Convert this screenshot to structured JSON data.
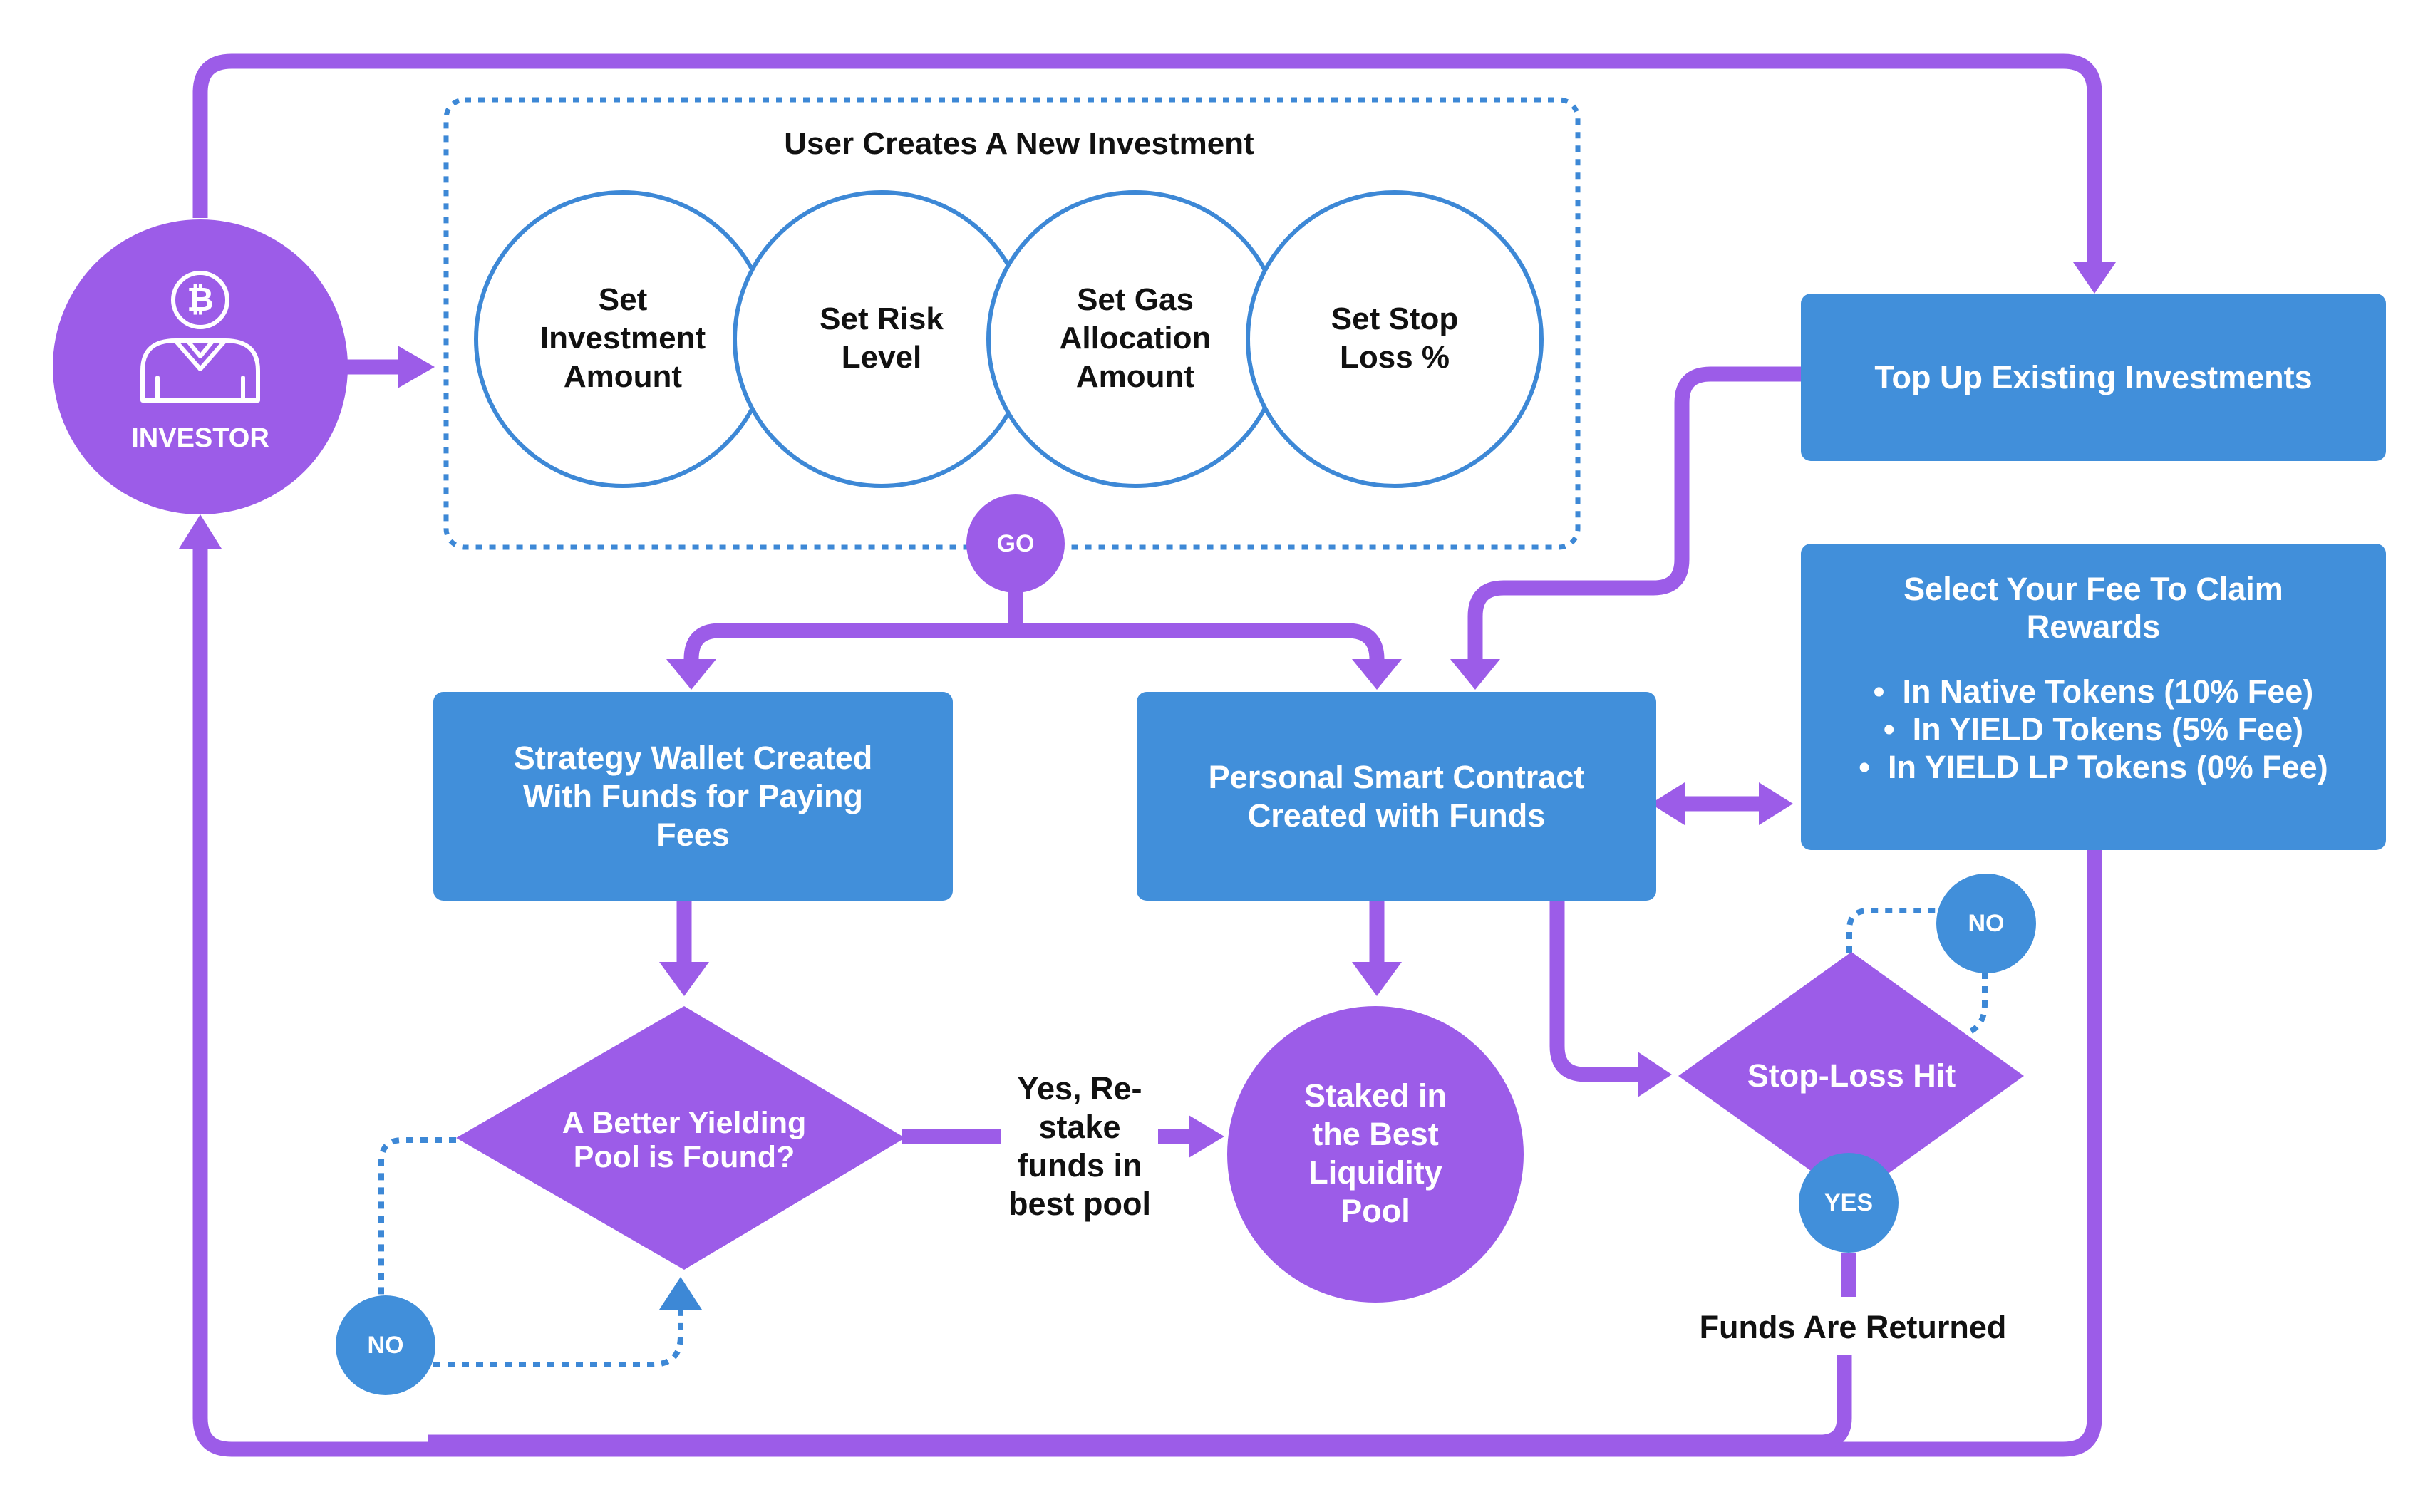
{
  "colors": {
    "purple": "#9C5CE8",
    "blue": "#418FDA",
    "blue_border": "#3D88D6",
    "dotted": "#3D88D6",
    "text_dark": "#111111",
    "text_light": "#ffffff"
  },
  "icons": {
    "investor": "investor-bitcoin-icon"
  },
  "investor": {
    "label": "INVESTOR"
  },
  "new_investment": {
    "title": "User Creates A New Investment",
    "steps": [
      {
        "lines": [
          "Set",
          "Investment",
          "Amount"
        ]
      },
      {
        "lines": [
          "Set Risk",
          "Level"
        ]
      },
      {
        "lines": [
          "Set Gas",
          "Allocation",
          "Amount"
        ]
      },
      {
        "lines": [
          "Set Stop",
          "Loss %"
        ]
      }
    ]
  },
  "go": "GO",
  "top_up": "Top Up Existing Investments",
  "fee_box": {
    "title_lines": [
      "Select Your Fee To Claim",
      "Rewards"
    ],
    "items": [
      "In Native Tokens (10% Fee)",
      "In YIELD Tokens (5% Fee)",
      "In YIELD LP Tokens (0% Fee)"
    ]
  },
  "strategy_wallet": {
    "lines": [
      "Strategy Wallet Created",
      "With Funds for Paying",
      "Fees"
    ]
  },
  "smart_contract": {
    "lines": [
      "Personal Smart Contract",
      "Created with Funds"
    ]
  },
  "better_pool": {
    "lines": [
      "A Better Yielding",
      "Pool is Found?"
    ]
  },
  "restake": {
    "lines": [
      "Yes, Re-",
      "stake",
      "funds in",
      "best pool"
    ]
  },
  "staked": {
    "lines": [
      "Staked in",
      "the Best",
      "Liquidity",
      "Pool"
    ]
  },
  "stop_loss": "Stop-Loss Hit",
  "no_left": "NO",
  "no_right": "NO",
  "yes": "YES",
  "funds_returned": "Funds Are Returned"
}
